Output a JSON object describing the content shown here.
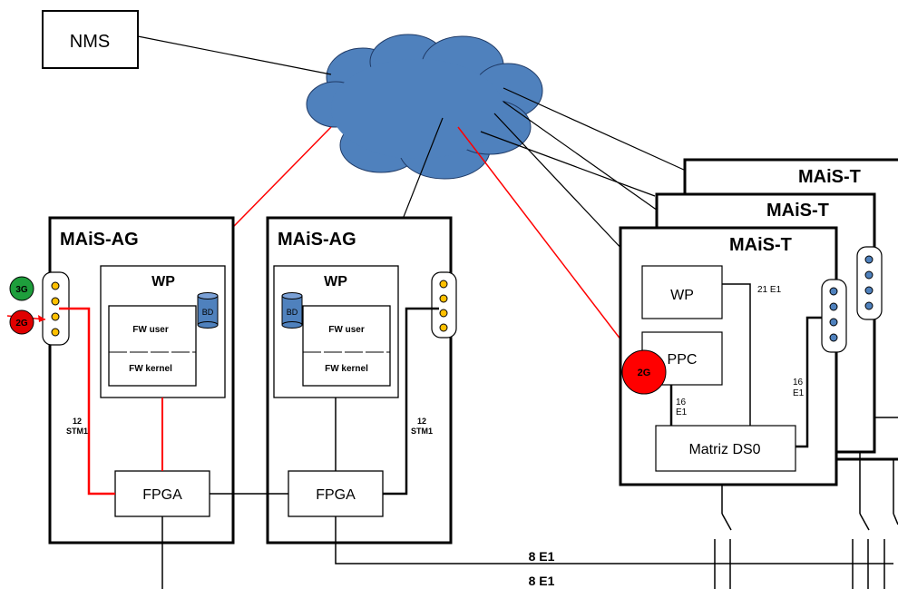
{
  "nms": {
    "label": "NMS"
  },
  "mais_ag": [
    {
      "title": "MAiS-AG",
      "wp": "WP",
      "bd": "BD",
      "fw_user": "FW user",
      "fw_kernel": "FW kernel",
      "fpga": "FPGA",
      "link_label_1": "12",
      "link_label_2": "STM1"
    },
    {
      "title": "MAiS-AG",
      "wp": "WP",
      "bd": "BD",
      "fw_user": "FW user",
      "fw_kernel": "FW kernel",
      "fpga": "FPGA",
      "link_label_1": "12",
      "link_label_2": "STM1"
    }
  ],
  "badges": {
    "g3": "3G",
    "g2": "2G",
    "g2_ppc": "2G"
  },
  "mais_t": {
    "titles": [
      "MAiS-T",
      "MAiS-T",
      "MAiS-T"
    ],
    "wp": "WP",
    "ppc": "PPC",
    "matriz": "Matriz DS0",
    "label_21e1": "21 E1",
    "label_16e1_a_1": "16",
    "label_16e1_a_2": "E1",
    "label_16e1_b_1": "16",
    "label_16e1_b_2": "E1"
  },
  "bottom_links": {
    "label_1": "8 E1",
    "label_2": "8 E1"
  },
  "colors": {
    "cloud": "#4f81bd",
    "red_link": "#ff0000",
    "green_badge": "#1e9e3c",
    "red_badge": "#e00000",
    "port_yellow": "#ffc000",
    "port_blue": "#4f81bd",
    "bd_blue": "#4f81bd"
  }
}
